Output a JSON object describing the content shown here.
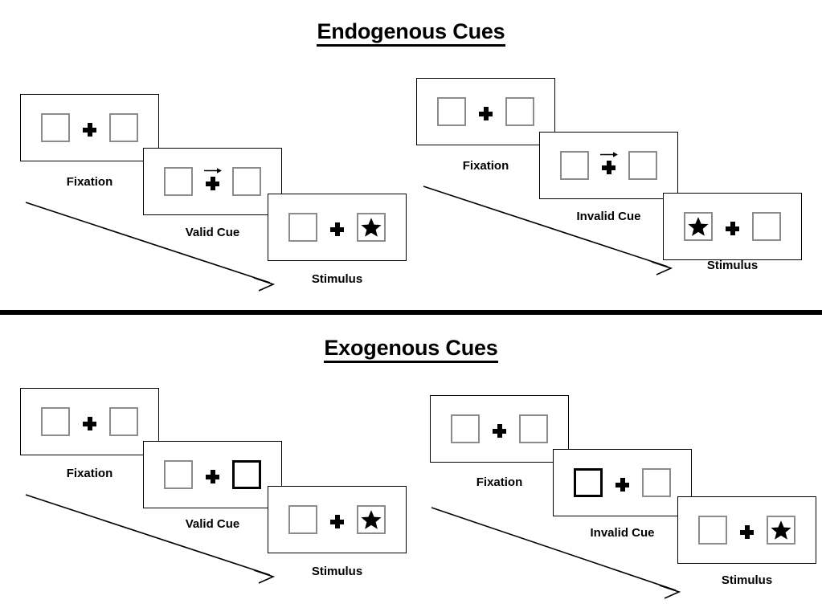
{
  "figure": {
    "background": "#ffffff",
    "ink": "#000000",
    "box_outline": "#8c8c8c",
    "cued_box_outline": "#000000"
  },
  "sections": [
    {
      "id": "endogenous",
      "title": "Endogenous Cues",
      "groups": [
        {
          "id": "endogenous-valid",
          "condition_label": "Valid Cue",
          "frames": [
            {
              "id": "endo-valid-fixation",
              "label": "Fixation",
              "left_box": {
                "cued": false,
                "star": false
              },
              "right_box": {
                "cued": false,
                "star": false
              },
              "arrow_cue": "none"
            },
            {
              "id": "endo-valid-cue",
              "label": "Valid Cue",
              "left_box": {
                "cued": false,
                "star": false
              },
              "right_box": {
                "cued": false,
                "star": false
              },
              "arrow_cue": "right"
            },
            {
              "id": "endo-valid-stimulus",
              "label": "Stimulus",
              "left_box": {
                "cued": false,
                "star": false
              },
              "right_box": {
                "cued": false,
                "star": true
              },
              "arrow_cue": "none"
            }
          ]
        },
        {
          "id": "endogenous-invalid",
          "condition_label": "Invalid Cue",
          "frames": [
            {
              "id": "endo-invalid-fixation",
              "label": "Fixation",
              "left_box": {
                "cued": false,
                "star": false
              },
              "right_box": {
                "cued": false,
                "star": false
              },
              "arrow_cue": "none"
            },
            {
              "id": "endo-invalid-cue",
              "label": "Invalid Cue",
              "left_box": {
                "cued": false,
                "star": false
              },
              "right_box": {
                "cued": false,
                "star": false
              },
              "arrow_cue": "right"
            },
            {
              "id": "endo-invalid-stimulus",
              "label": "Stimulus",
              "left_box": {
                "cued": false,
                "star": true
              },
              "right_box": {
                "cued": false,
                "star": false
              },
              "arrow_cue": "none"
            }
          ]
        }
      ]
    },
    {
      "id": "exogenous",
      "title": "Exogenous Cues",
      "groups": [
        {
          "id": "exogenous-valid",
          "condition_label": "Valid Cue",
          "frames": [
            {
              "id": "exo-valid-fixation",
              "label": "Fixation",
              "left_box": {
                "cued": false,
                "star": false
              },
              "right_box": {
                "cued": false,
                "star": false
              },
              "arrow_cue": "none"
            },
            {
              "id": "exo-valid-cue",
              "label": "Valid Cue",
              "left_box": {
                "cued": false,
                "star": false
              },
              "right_box": {
                "cued": true,
                "star": false
              },
              "arrow_cue": "none"
            },
            {
              "id": "exo-valid-stimulus",
              "label": "Stimulus",
              "left_box": {
                "cued": false,
                "star": false
              },
              "right_box": {
                "cued": false,
                "star": true
              },
              "arrow_cue": "none"
            }
          ]
        },
        {
          "id": "exogenous-invalid",
          "condition_label": "Invalid Cue",
          "frames": [
            {
              "id": "exo-invalid-fixation",
              "label": "Fixation",
              "left_box": {
                "cued": false,
                "star": false
              },
              "right_box": {
                "cued": false,
                "star": false
              },
              "arrow_cue": "none"
            },
            {
              "id": "exo-invalid-cue",
              "label": "Invalid Cue",
              "left_box": {
                "cued": true,
                "star": false
              },
              "right_box": {
                "cued": false,
                "star": false
              },
              "arrow_cue": "none"
            },
            {
              "id": "exo-invalid-stimulus",
              "label": "Stimulus",
              "left_box": {
                "cued": false,
                "star": false
              },
              "right_box": {
                "cued": false,
                "star": true
              },
              "arrow_cue": "none"
            }
          ]
        }
      ]
    }
  ],
  "icons": {
    "fixation_cross": "plus-cross-icon",
    "target_star": "star-icon",
    "cue_arrow": "arrow-right-icon",
    "flow_arrow": "time-flow-arrow-icon"
  }
}
